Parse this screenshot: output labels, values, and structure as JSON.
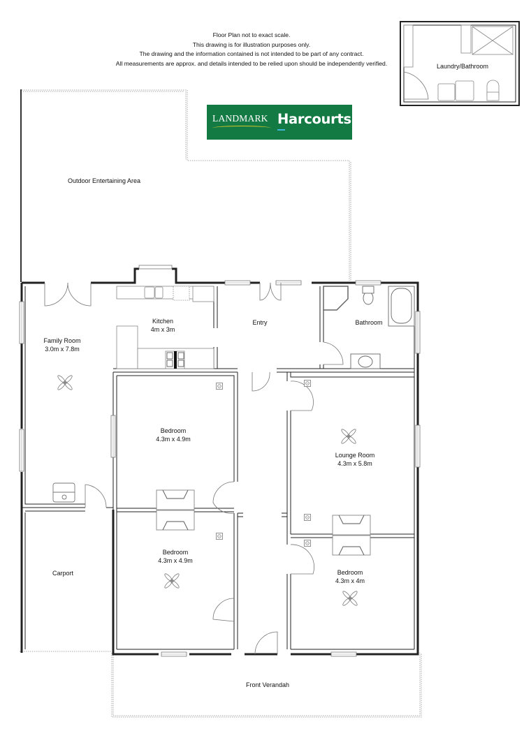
{
  "disclaimer": {
    "line1": "Floor Plan not to exact scale.",
    "line2": "This drawing is for illustration purposes only.",
    "line3": "The drawing and the information contained is not intended to be part of  any contract.",
    "line4": "All measurements are approx. and details intended to be relied upon should be independently verified."
  },
  "logo": {
    "left_text": "LANDMARK",
    "right_text": "Harcourts",
    "background_color": "#137a43",
    "accent_yellow": "#d7c628",
    "accent_blue": "#3fb6d8"
  },
  "inset": {
    "label": "Laundry/Bathroom"
  },
  "rooms": {
    "outdoor": {
      "name": "Outdoor Entertaining Area"
    },
    "kitchen": {
      "name": "Kitchen",
      "size": "4m x 3m"
    },
    "family": {
      "name": "Family Room",
      "size": "3.0m x 7.8m"
    },
    "entry": {
      "name": "Entry"
    },
    "bathroom": {
      "name": "Bathroom"
    },
    "bedroom1": {
      "name": "Bedroom",
      "size": "4.3m x 4.9m"
    },
    "bedroom2": {
      "name": "Bedroom",
      "size": "4.3m x 4.9m"
    },
    "lounge": {
      "name": "Lounge Room",
      "size": "4.3m x 5.8m"
    },
    "bedroom3": {
      "name": "Bedroom",
      "size": "4.3m x 4m"
    },
    "carport": {
      "name": "Carport"
    },
    "verandah": {
      "name": "Front Verandah"
    }
  },
  "colors": {
    "wall": "#222222",
    "fixture": "#888888",
    "dotted": "#aaaaaa"
  }
}
